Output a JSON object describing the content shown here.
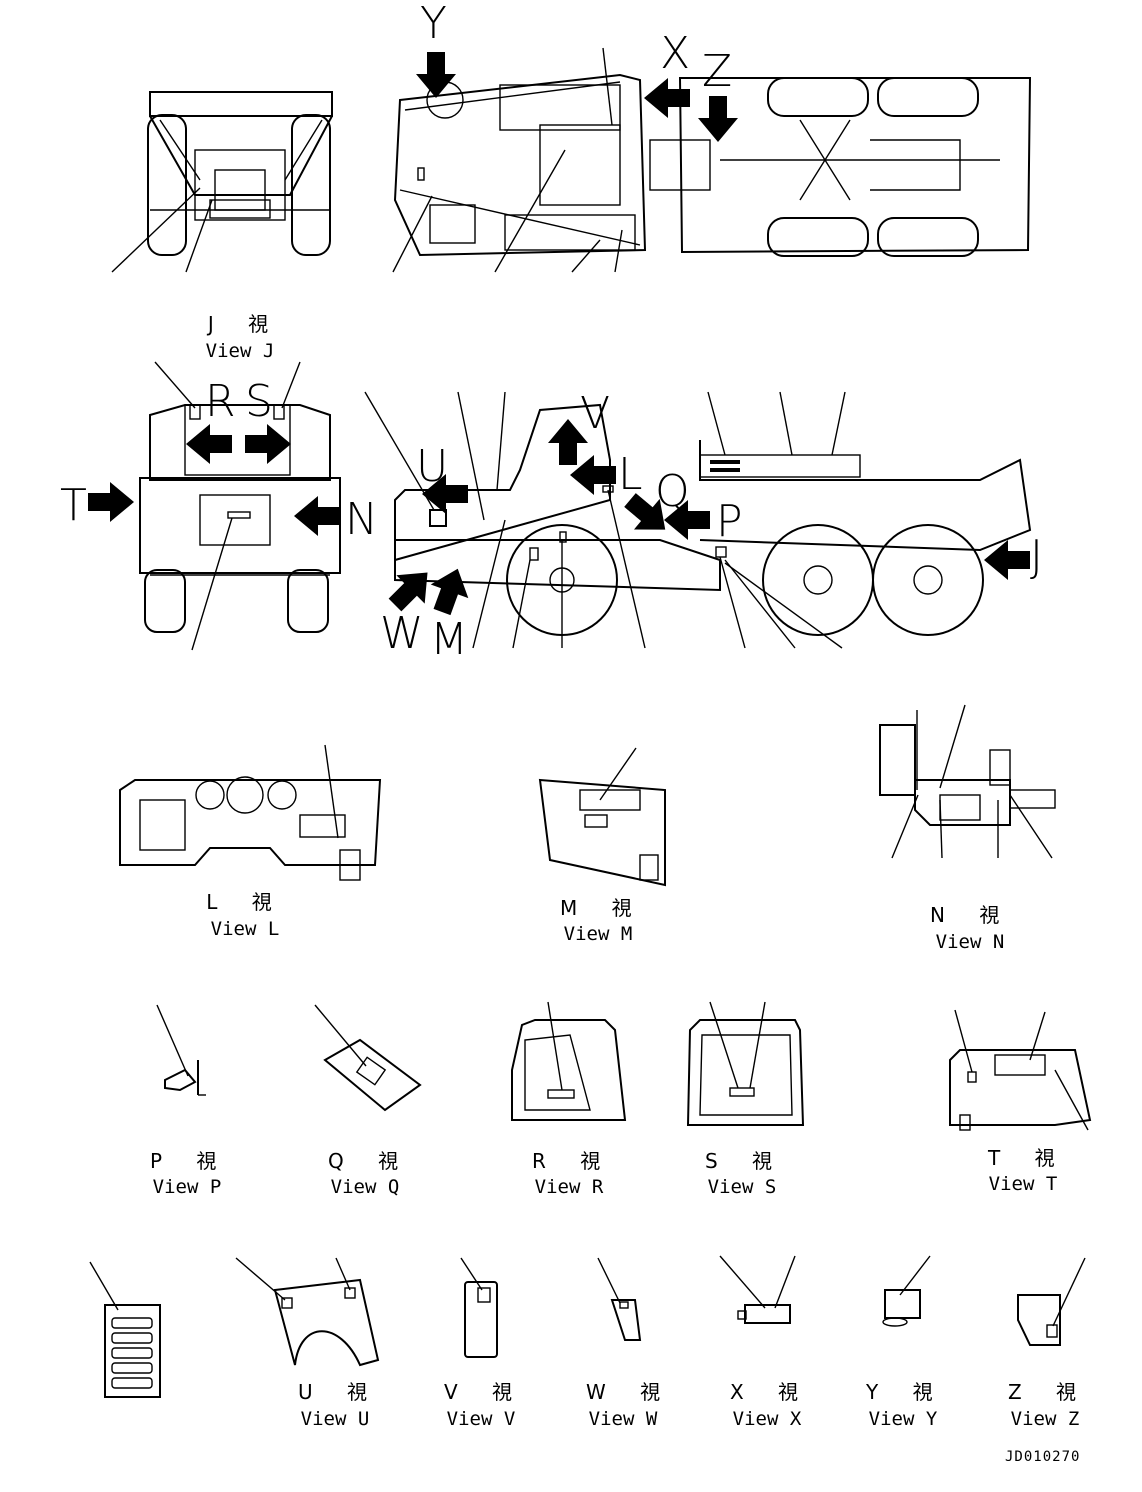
{
  "views": {
    "J": {
      "jp": "J 視",
      "en": "View J"
    },
    "L": {
      "jp": "L 視",
      "en": "View L"
    },
    "M": {
      "jp": "M 視",
      "en": "View M"
    },
    "N": {
      "jp": "N 視",
      "en": "View N"
    },
    "P": {
      "jp": "P 視",
      "en": "View P"
    },
    "Q": {
      "jp": "Q 視",
      "en": "View Q"
    },
    "R": {
      "jp": "R 視",
      "en": "View R"
    },
    "S": {
      "jp": "S 視",
      "en": "View S"
    },
    "T": {
      "jp": "T 視",
      "en": "View T"
    },
    "U": {
      "jp": "U 視",
      "en": "View U"
    },
    "V": {
      "jp": "V 視",
      "en": "View V"
    },
    "W": {
      "jp": "W 視",
      "en": "View W"
    },
    "X": {
      "jp": "X 視",
      "en": "View X"
    },
    "Y": {
      "jp": "Y 視",
      "en": "View Y"
    },
    "Z": {
      "jp": "Z 視",
      "en": "View Z"
    }
  },
  "arrow_letters": {
    "Y": "Y",
    "X": "X",
    "Z": "Z",
    "R": "R",
    "S": "S",
    "T": "T",
    "N": "N",
    "U": "U",
    "V": "V",
    "L": "L",
    "Q": "Q",
    "P": "P",
    "J": "J",
    "W": "W",
    "M": "M"
  },
  "drawing_code": "JD010270"
}
